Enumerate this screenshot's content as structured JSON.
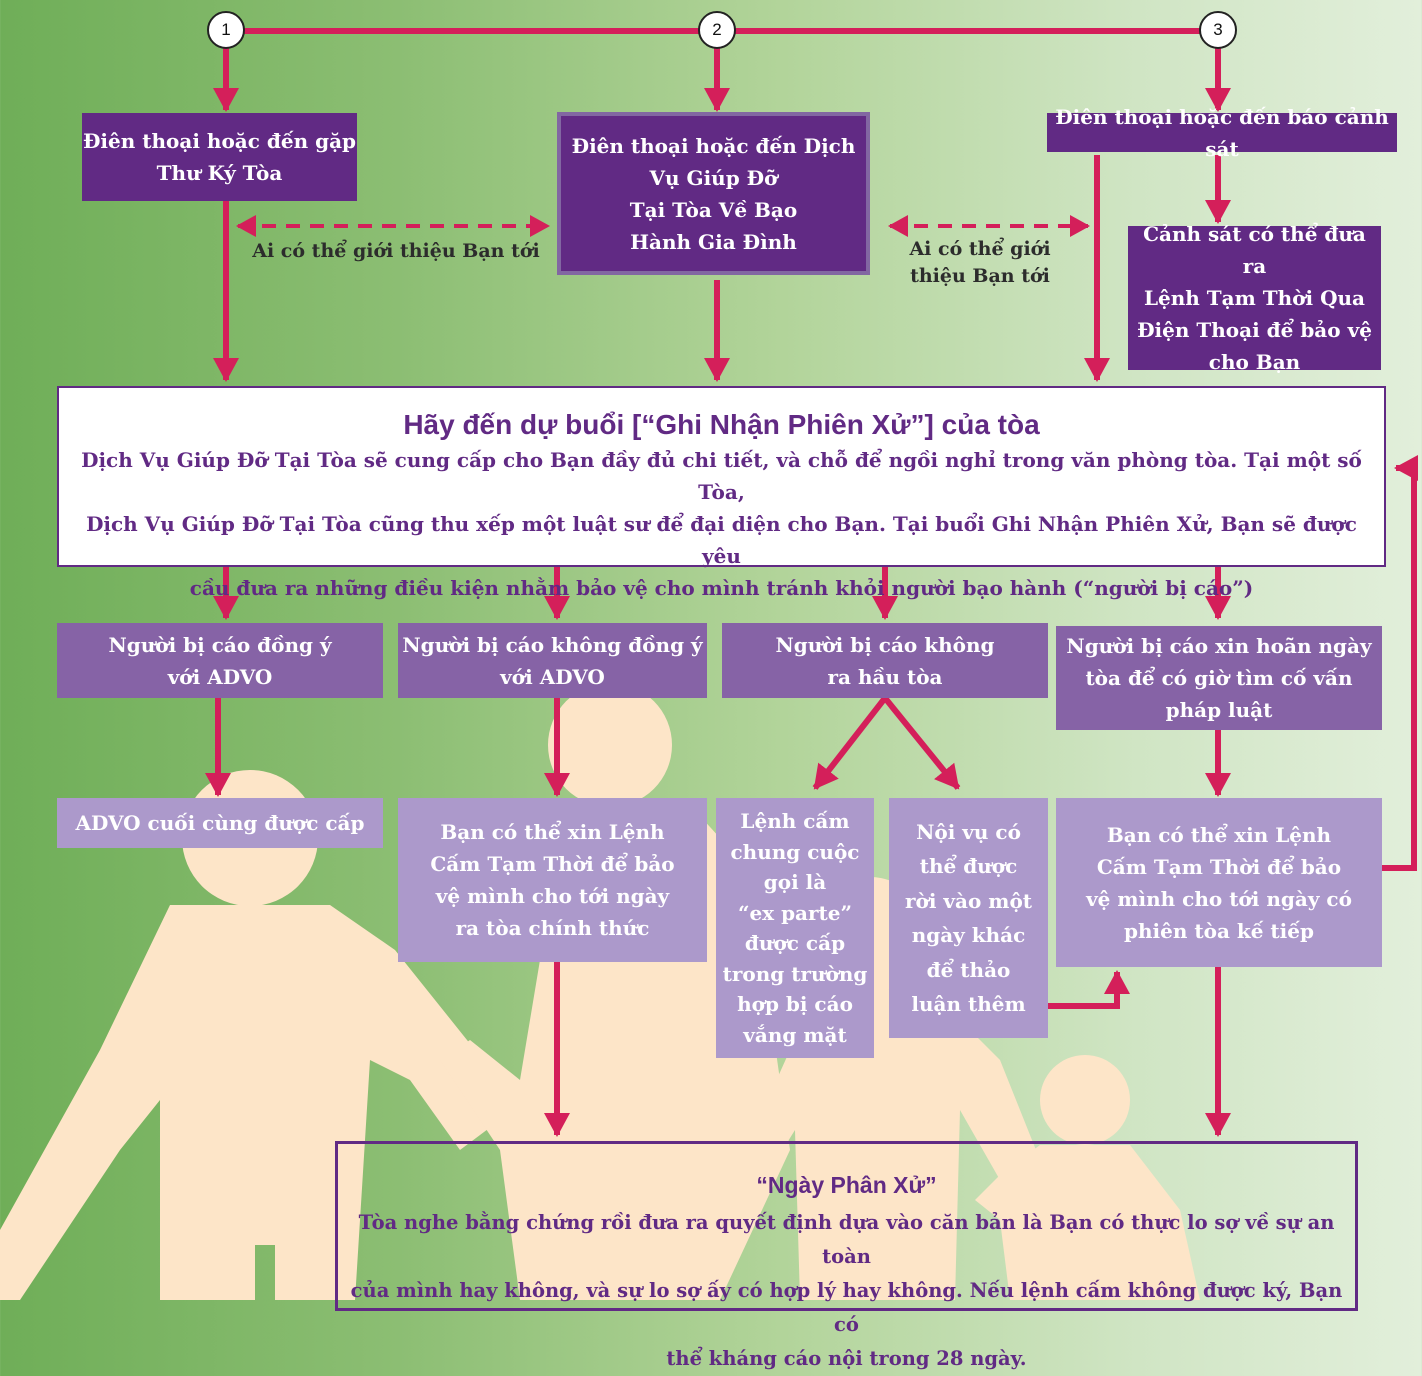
{
  "colors": {
    "arrow": "#d41f5a",
    "box_dark": "#612a84",
    "box_mid": "#8663a6",
    "box_light": "#ac99cb",
    "silhouette": "#fde5c8"
  },
  "steps": [
    "1",
    "2",
    "3"
  ],
  "contact_boxes": {
    "clerk": [
      "Điên thoại hoặc đến gặp",
      "Thư Ký Tòa"
    ],
    "court_support": [
      "Điên thoại hoặc đến Dịch",
      "Vụ Giúp Đỡ",
      "Tại Tòa Về Bạo",
      "Hành Gia Đình"
    ],
    "police": [
      "Điên thoại hoặc đến báo cảnh sát"
    ]
  },
  "referral_labels": {
    "left": [
      "Ai có thể giới thiệu Bạn tới"
    ],
    "right": [
      "Ai có thể giới",
      "thiệu Bạn tới"
    ]
  },
  "police_order": [
    "Cảnh sát có thể đưa ra",
    "Lệnh Tạm Thời Qua",
    "Điện Thoại để bảo vệ",
    "cho Bạn"
  ],
  "hearing": {
    "title": "Hãy đến dự buổi [“Ghi Nhận Phiên Xử”] của tòa",
    "body": [
      "Dịch Vụ Giúp Đỡ Tại Tòa sẽ cung cấp cho Bạn đầy đủ chi tiết, và chỗ để ngồi nghỉ trong văn phòng tòa. Tại một số Tòa,",
      "Dịch Vụ Giúp Đỡ Tại Tòa cũng thu xếp một luật sư để đại diện cho Bạn. Tại buổi Ghi Nhận Phiên Xử, Bạn sẽ được yêu",
      "cầu đưa ra những điều kiện nhằm bảo vệ cho mình tránh khỏi người bạo hành (“người  bị cáo”)"
    ]
  },
  "outcomes": {
    "agree": [
      "Người bị cáo đồng ý",
      "với ADVO"
    ],
    "disagree": [
      "Người bị cáo không đồng ý",
      "với ADVO"
    ],
    "absent": [
      "Người bị cáo không",
      "ra hầu tòa"
    ],
    "adjourn": [
      "Người bị cáo xin hoãn ngày",
      "tòa để có giờ tìm cố vấn",
      "pháp luật"
    ]
  },
  "results": {
    "final_advo": [
      "ADVO cuối cùng được cấp"
    ],
    "interim_to_hearing": [
      "Bạn có thể xin Lệnh",
      "Cấm Tạm Thời để bảo",
      "vệ mình cho tới ngày",
      "ra tòa chính thức"
    ],
    "ex_parte": [
      "Lệnh cấm",
      "chung cuộc",
      "gọi là",
      "“ex parte”",
      "được cấp",
      "trong trường",
      "hợp bị cáo",
      "vắng mặt"
    ],
    "adjourned_date": [
      "Nội vụ có",
      "thể được",
      "rời vào một",
      "ngày khác",
      "để thảo",
      "luận thêm"
    ],
    "interim_to_next": [
      "Bạn có thể xin Lệnh",
      "Cấm Tạm Thời để bảo",
      "vệ mình cho tới ngày có",
      "phiên tòa kế tiếp"
    ]
  },
  "decision_day": {
    "title": "“Ngày Phân Xử”",
    "body": [
      "Tòa nghe bằng chứng rồi đưa ra quyết định dựa vào căn bản là Bạn có thực lo sợ về sự an toàn",
      "của mình hay không, và sự lo sợ ấy có hợp lý hay không. Nếu lệnh cấm không được ký, Bạn có",
      "thể kháng cáo nội trong 28 ngày."
    ]
  }
}
